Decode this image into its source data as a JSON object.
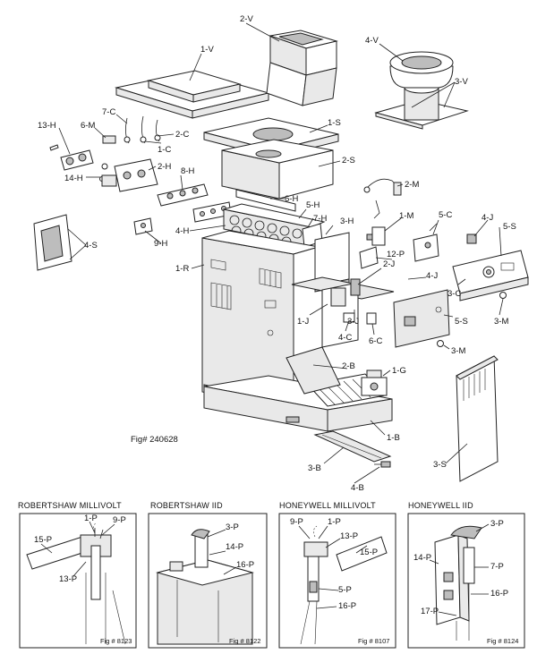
{
  "figure_caption": "Fig# 240628",
  "callouts": {
    "c2V": "2-V",
    "c1V": "1-V",
    "c4V": "4-V",
    "c3V": "3-V",
    "c1S": "1-S",
    "c2S": "2-S",
    "c7C": "7-C",
    "c6M": "6-M",
    "c13H": "13-H",
    "c2C": "2-C",
    "c1C": "1-C",
    "c2H": "2-H",
    "c14H": "14-H",
    "c8H": "8-H",
    "c2M": "2-M",
    "c6H": "6-H",
    "c5H": "5-H",
    "c7H": "7-H",
    "c3H": "3-H",
    "c1M": "1-M",
    "c4H": "4-H",
    "c9H": "9-H",
    "c4S": "4-S",
    "c5C": "5-C",
    "c4J": "4-J",
    "c5S": "5-S",
    "c12P": "12-P",
    "c2J": "2-J",
    "c1R": "1-R",
    "c3C": "3-C",
    "c3M": "3-M",
    "c1J": "1-J",
    "c3J": "3-J",
    "c4C": "4-C",
    "c5S2": "5-S",
    "c6C": "6-C",
    "c3M2": "3-M",
    "c2B": "2-B",
    "c1G": "1-G",
    "c1B": "1-B",
    "c3B": "3-B",
    "c4B": "4-B",
    "c3S": "3-S"
  },
  "panels": [
    {
      "title": "ROBERTSHAW MILLIVOLT",
      "fig": "Fig # 8123",
      "labels": {
        "a": "1-P",
        "b": "9-P",
        "c": "15-P",
        "d": "13-P"
      }
    },
    {
      "title": "ROBERTSHAW IID",
      "fig": "Fig # 8122",
      "labels": {
        "a": "3-P",
        "b": "14-P",
        "c": "16-P"
      }
    },
    {
      "title": "HONEYWELL MILLIVOLT",
      "fig": "Fig # 8107",
      "labels": {
        "a": "9-P",
        "b": "1-P",
        "c": "13-P",
        "d": "15-P",
        "e": "5-P",
        "f": "16-P"
      }
    },
    {
      "title": "HONEYWELL IID",
      "fig": "Fig # 8124",
      "labels": {
        "a": "3-P",
        "b": "14-P",
        "c": "7-P",
        "d": "16-P",
        "e": "17-P"
      }
    }
  ]
}
